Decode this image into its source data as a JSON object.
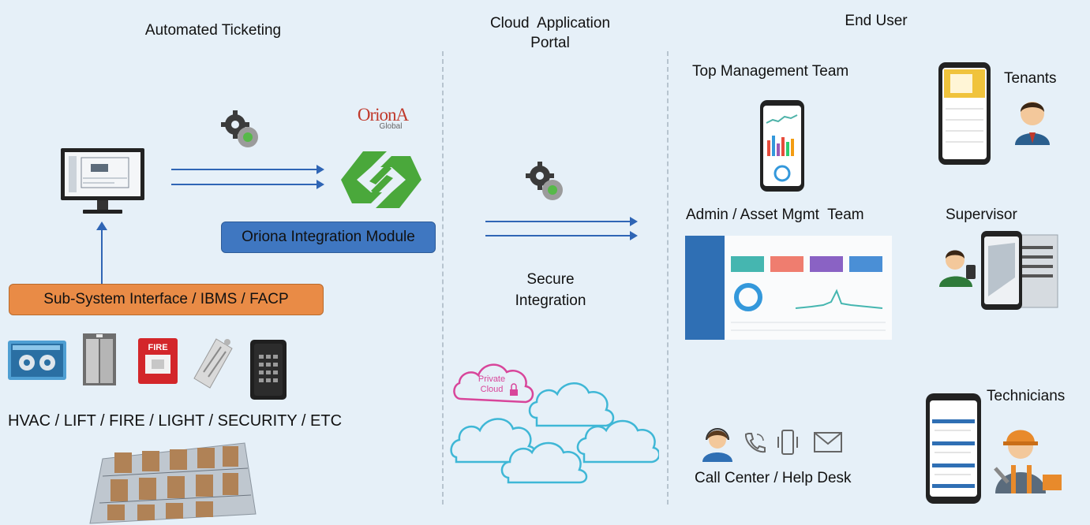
{
  "headers": {
    "automated_ticketing": "Automated Ticketing",
    "cloud_portal_line1": "Cloud  Application",
    "cloud_portal_line2": "Portal",
    "end_user": "End User"
  },
  "left": {
    "brand_logo_text": "OrionA",
    "brand_logo_sub": "Global",
    "integration_module": "Oriona Integration Module",
    "subsystem_interface": "Sub-System Interface / IBMS / FACP",
    "device_labels": "HVAC / LIFT / FIRE / LIGHT / SECURITY / ETC",
    "fire_alarm_text": "FIRE"
  },
  "middle": {
    "secure_line1": "Secure",
    "secure_line2": "Integration",
    "private_cloud_line1": "Private",
    "private_cloud_line2": "Cloud"
  },
  "right": {
    "top_management": "Top Management Team",
    "tenants": "Tenants",
    "admin_asset": "Admin / Asset Mgmt  Team",
    "supervisor": "Supervisor",
    "technicians": "Technicians",
    "call_center": "Call Center / Help Desk"
  },
  "colors": {
    "arrow": "#2f65b5",
    "module_box": "#3f77c1",
    "subsystem_box": "#e98b46",
    "logo_green": "#4aa83b",
    "cloud_blue": "#3fb7d6",
    "cloud_pink": "#d8459a"
  },
  "icons": [
    "monitor-icon",
    "gear-icon",
    "oriona-logo-icon",
    "hvac-unit-icon",
    "lift-door-icon",
    "fire-alarm-icon",
    "light-fixture-icon",
    "keypad-icon",
    "switchgear-icon",
    "cloud-icon",
    "smartphone-icon",
    "dashboard-screen-icon",
    "person-icon",
    "headset-agent-icon",
    "phone-icon",
    "mobile-icon",
    "mail-icon"
  ]
}
